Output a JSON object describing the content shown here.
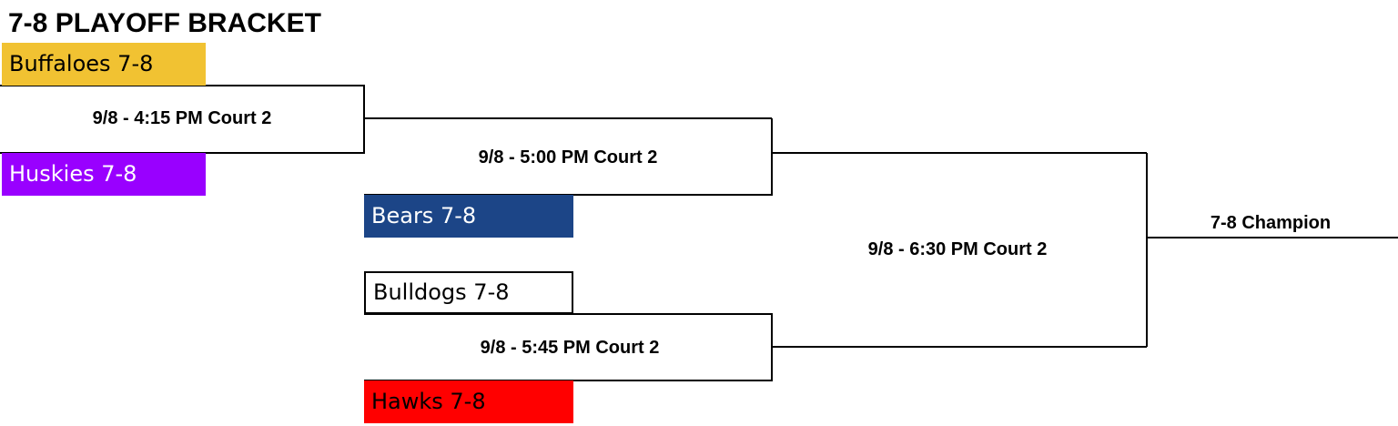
{
  "title": "7-8 PLAYOFF BRACKET",
  "teams": [
    {
      "name": "Buffaloes 7-8",
      "fill": "#f1c232",
      "text": "#000000"
    },
    {
      "name": "Huskies 7-8",
      "fill": "#9900ff",
      "text": "#ffffff"
    },
    {
      "name": "Bears 7-8",
      "fill": "#1c4587",
      "text": "#ffffff"
    },
    {
      "name": "Bulldogs 7-8",
      "fill": "#ffffff",
      "text": "#000000"
    },
    {
      "name": "Hawks 7-8",
      "fill": "#ff0000",
      "text": "#000000"
    }
  ],
  "games": [
    {
      "label": "9/8 - 4:15 PM Court 2"
    },
    {
      "label": "9/8 - 5:00 PM Court 2"
    },
    {
      "label": "9/8 - 5:45 PM Court 2"
    },
    {
      "label": "9/8 - 6:30 PM Court 2"
    }
  ],
  "champion": {
    "label": "7-8 Champion"
  }
}
